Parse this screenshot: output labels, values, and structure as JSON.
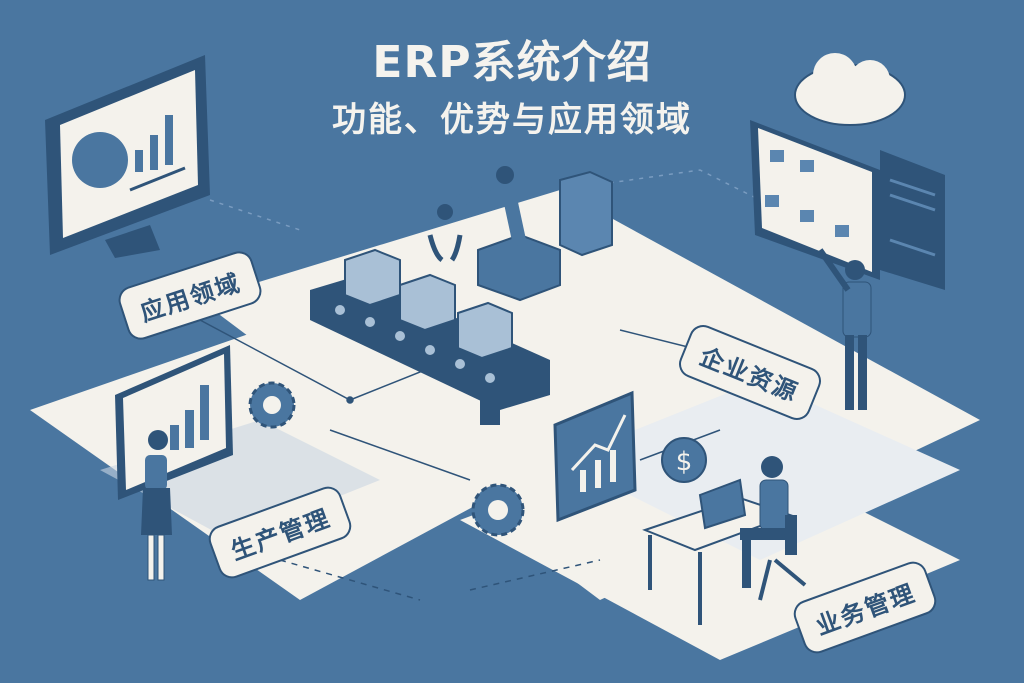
{
  "title": {
    "main": "ERP系统介绍",
    "subtitle": "功能、优势与应用领域"
  },
  "labels": {
    "application_areas": "应用领域",
    "enterprise_resources": "企业资源",
    "production_management": "生产管理",
    "business_management": "业务管理"
  },
  "icons": [
    "monitor-pie-chart-icon",
    "cloud-icon",
    "server-icon",
    "org-chart-icon",
    "robot-arm-icon",
    "conveyor-belt-icon",
    "box-icon",
    "building-icon",
    "gear-icon",
    "bar-chart-icon",
    "trend-chart-icon",
    "dollar-icon",
    "laptop-icon"
  ],
  "colors": {
    "background": "#4a76a0",
    "platform": "#f4f2ec",
    "dark": "#2f5479",
    "mid": "#5b86b0",
    "light": "#a9c0d6"
  }
}
